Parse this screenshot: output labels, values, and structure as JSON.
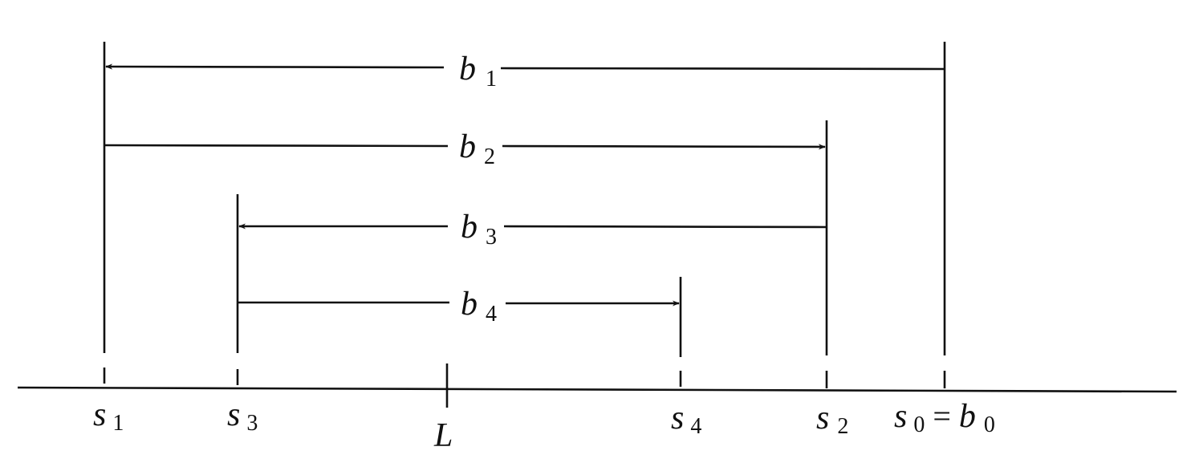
{
  "diagram": {
    "labels": {
      "b1": {
        "base": "b",
        "sub": "1"
      },
      "b2": {
        "base": "b",
        "sub": "2"
      },
      "b3": {
        "base": "b",
        "sub": "3"
      },
      "b4": {
        "base": "b",
        "sub": "4"
      },
      "s1": {
        "base": "s",
        "sub": "1"
      },
      "s3": {
        "base": "s",
        "sub": "3"
      },
      "L": {
        "base": "L",
        "sub": ""
      },
      "s4": {
        "base": "s",
        "sub": "4"
      },
      "s2": {
        "base": "s",
        "sub": "2"
      },
      "s0b0": {
        "base1": "s",
        "sub1": "0",
        "eq": "=",
        "base2": "b",
        "sub2": "0"
      }
    },
    "colors": {
      "ink": "#111111",
      "paper": "#ffffff"
    }
  }
}
